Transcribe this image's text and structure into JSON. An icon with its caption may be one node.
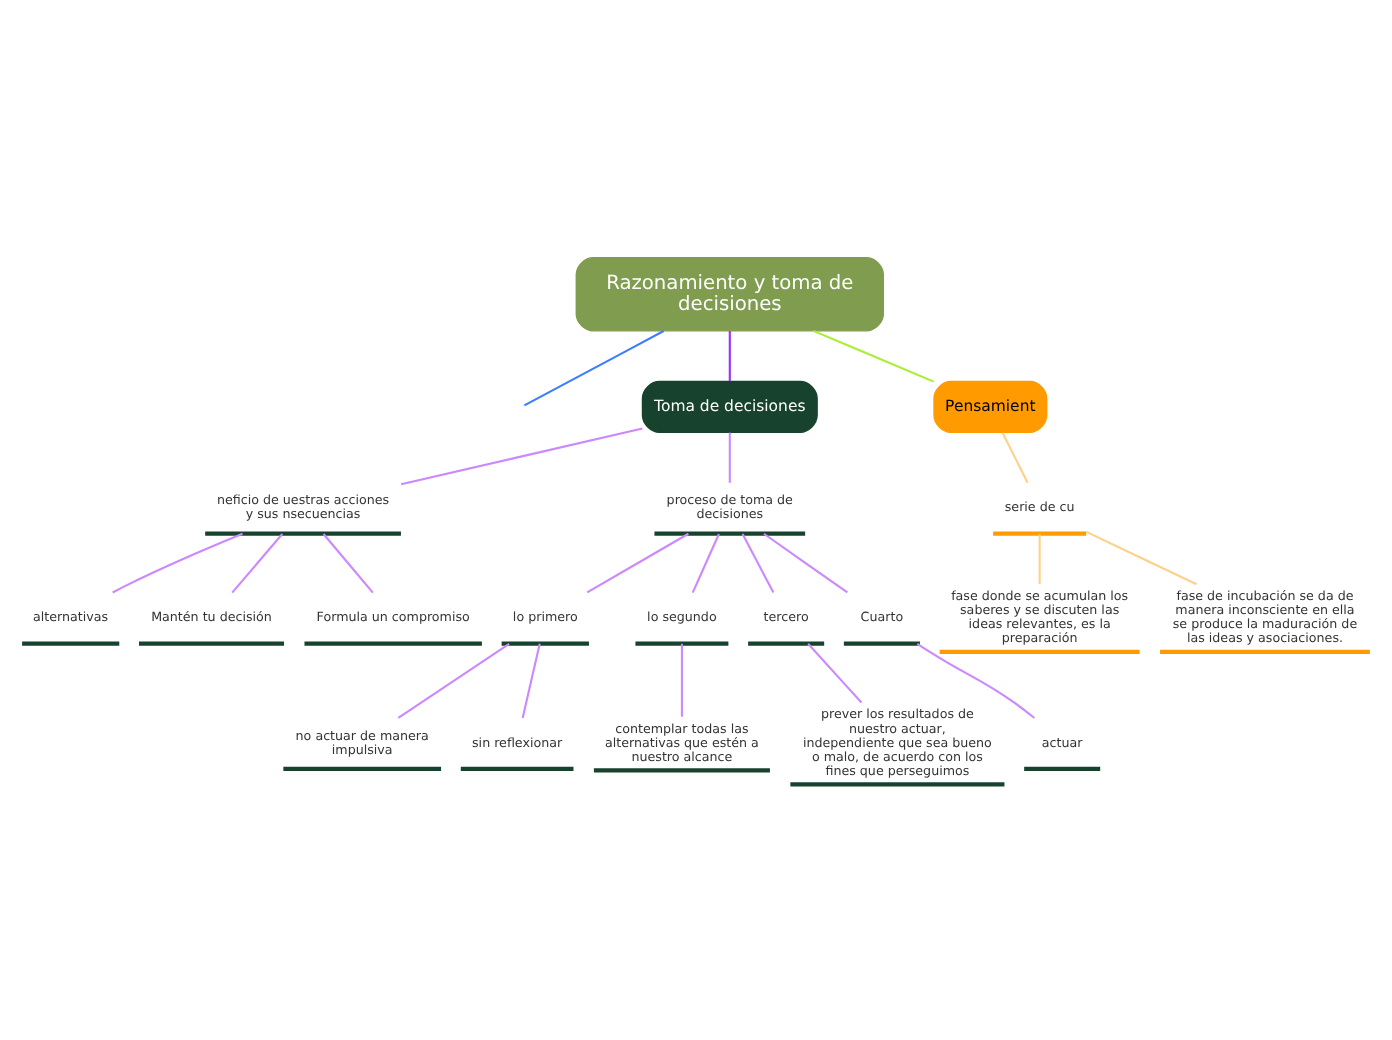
{
  "diagram": {
    "nodes": [
      {
        "text": [
          "Razonamiento y toma de decisiones"
        ]
      },
      {
        "text": [
          "Toma de decisiones"
        ]
      },
      {
        "text": [
          "Pensamient"
        ]
      },
      {
        "text": [
          "neficio de uestras acciones y sus nsecuencias"
        ]
      },
      {
        "text": [
          "proceso de toma de decisiones"
        ]
      },
      {
        "text": [
          "alternativas"
        ]
      },
      {
        "text": [
          "Mantén tu decisión"
        ]
      },
      {
        "text": [
          "Formula un compromiso"
        ]
      },
      {
        "text": [
          "lo primero"
        ]
      },
      {
        "text": [
          "lo segundo"
        ]
      },
      {
        "text": [
          "tercero"
        ]
      },
      {
        "text": [
          "Cuarto"
        ]
      },
      {
        "text": [
          "no actuar de manera impulsiva"
        ]
      },
      {
        "text": [
          "sin reflexionar"
        ]
      },
      {
        "text": [
          "contemplar todas las alternativas que estén a nuestro alcance"
        ]
      },
      {
        "text": [
          "prever los resultados de nuestro actuar, independiente que sea bueno o malo, de acuerdo con los fines que perseguimos"
        ]
      },
      {
        "text": [
          "actuar"
        ]
      },
      {
        "text": [
          "serie de cu"
        ]
      },
      {
        "text": [
          "fase donde se acumulan los saberes y se discuten las ideas relevantes, es la preparación"
        ]
      },
      {
        "text": [
          "fase de incubación se da de manera inconsciente en ella se produce la maduración de las ideas y asociaciones."
        ]
      }
    ],
    "edges": [
      {
        "from": 0,
        "to": null,
        "arrow": "none",
        "color": "#3b7dff"
      },
      {
        "from": 0,
        "to": 1,
        "arrow": "none",
        "color": "#9b30ff"
      },
      {
        "from": 0,
        "to": 2,
        "arrow": "none",
        "color": "#aaee33"
      },
      {
        "from": 1,
        "to": 3,
        "arrow": "none"
      },
      {
        "from": 1,
        "to": 4,
        "arrow": "none"
      },
      {
        "from": 3,
        "to": 5,
        "arrow": "none"
      },
      {
        "from": 3,
        "to": 6,
        "arrow": "none"
      },
      {
        "from": 3,
        "to": 7,
        "arrow": "none"
      },
      {
        "from": 4,
        "to": 8,
        "arrow": "none"
      },
      {
        "from": 4,
        "to": 9,
        "arrow": "none"
      },
      {
        "from": 4,
        "to": 10,
        "arrow": "none"
      },
      {
        "from": 4,
        "to": 11,
        "arrow": "none"
      },
      {
        "from": 8,
        "to": 12,
        "arrow": "none"
      },
      {
        "from": 8,
        "to": 13,
        "arrow": "none"
      },
      {
        "from": 9,
        "to": 14,
        "arrow": "none"
      },
      {
        "from": 10,
        "to": 15,
        "arrow": "none"
      },
      {
        "from": 11,
        "to": 16,
        "arrow": "none"
      },
      {
        "from": 2,
        "to": 17,
        "arrow": "none",
        "color": "#ffd08a"
      },
      {
        "from": 17,
        "to": 18,
        "arrow": "none",
        "color": "#ffd08a"
      },
      {
        "from": 17,
        "to": 19,
        "arrow": "none",
        "color": "#ffd08a"
      }
    ]
  }
}
